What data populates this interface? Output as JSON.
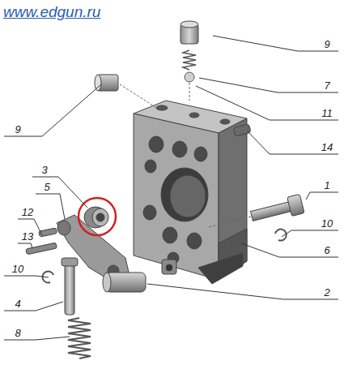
{
  "diagram": {
    "labels": [
      "www.edgun.ru",
      "9",
      "9",
      "7",
      "11",
      "14",
      "3",
      "5",
      "1",
      "12",
      "10",
      "13",
      "10",
      "6",
      "4",
      "2",
      "8"
    ]
  }
}
